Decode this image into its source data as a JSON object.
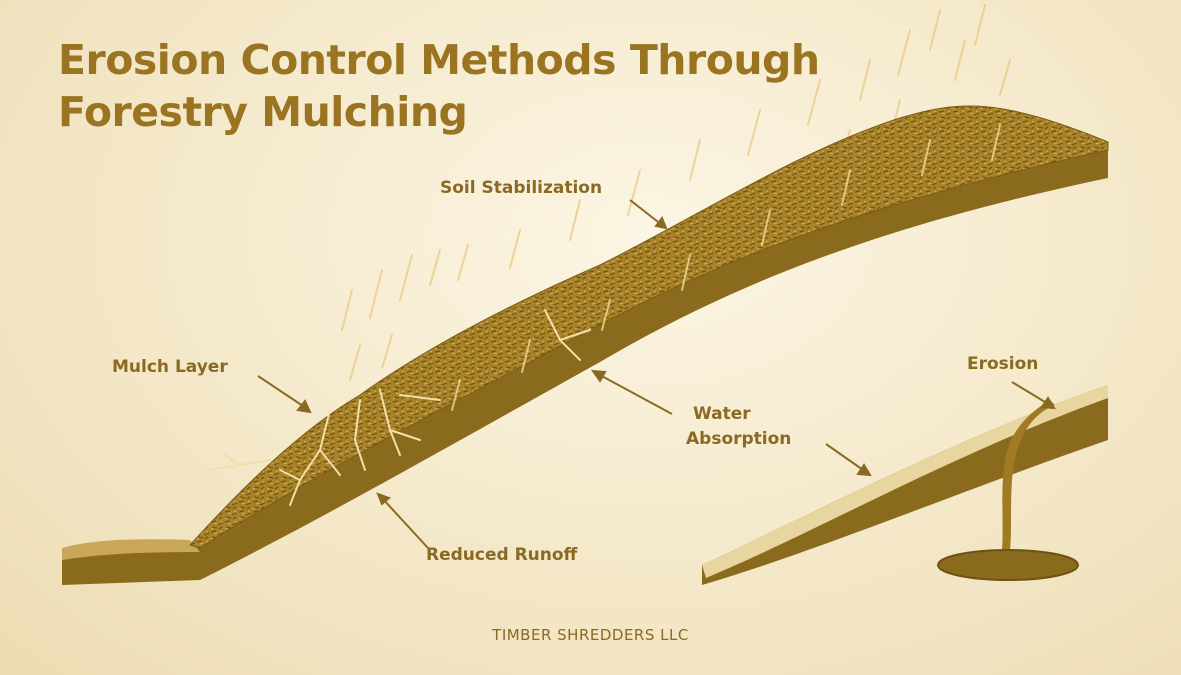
{
  "title": {
    "line1": "Erosion Control Methods Through",
    "line2": "Forestry Mulching"
  },
  "labels": {
    "soil_stabilization": "Soil Stabilization",
    "mulch_layer": "Mulch Layer",
    "water_absorption_line1": "Water",
    "water_absorption_line2": "Absorption",
    "reduced_runoff": "Reduced Runoff",
    "erosion": "Erosion"
  },
  "footer": "TIMBER SHREDDERS LLC",
  "colors": {
    "accent": "#9a7420",
    "mulch": "#a8832a",
    "soil_dark": "#8a6a1c",
    "bare_slope": "#e8d6a0"
  }
}
